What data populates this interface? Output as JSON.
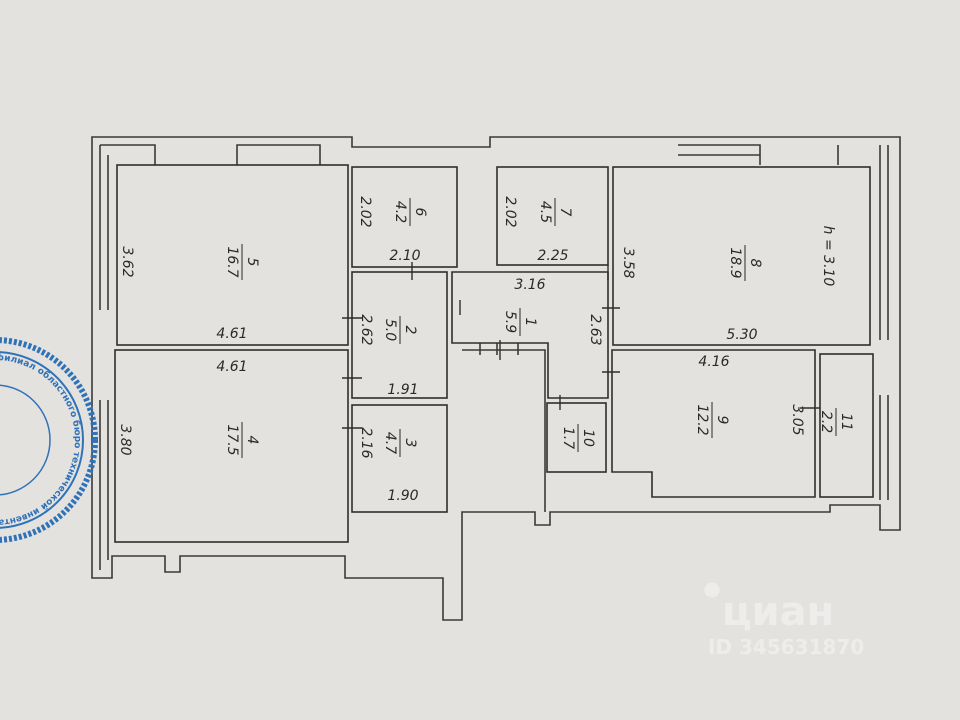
{
  "ceiling_height": "h = 3.10",
  "rooms": [
    {
      "number": "1",
      "area": "5.9"
    },
    {
      "number": "2",
      "area": "5.0"
    },
    {
      "number": "3",
      "area": "4.7"
    },
    {
      "number": "4",
      "area": "17.5"
    },
    {
      "number": "5",
      "area": "16.7"
    },
    {
      "number": "6",
      "area": "4.2"
    },
    {
      "number": "7",
      "area": "4.5"
    },
    {
      "number": "8",
      "area": "18.9"
    },
    {
      "number": "9",
      "area": "12.2"
    },
    {
      "number": "10",
      "area": "1.7"
    },
    {
      "number": "11",
      "area": "2.2"
    }
  ],
  "dimensions": {
    "r5_height": "3.62",
    "r5_width": "4.61",
    "r4_width": "4.61",
    "r4_height": "3.80",
    "r6_height": "2.02",
    "r6_width": "2.10",
    "r7_height": "2.02",
    "r7_width": "2.25",
    "r1_width": "3.16",
    "r1_height": "2.63",
    "r2_height": "2.62",
    "r2_width": "1.91",
    "r3_height": "2.16",
    "r3_width": "1.90",
    "r8_height": "3.58",
    "r8_width": "5.30",
    "r9_width": "4.16",
    "r9_height": "3.05"
  },
  "stamp_text": "филиал областного бюро технической инвентаризации «МР БТИ» ОГРН",
  "watermark": {
    "brand": "циан",
    "id": "ID 345631870"
  },
  "colors": {
    "paper": "#e4e2df",
    "lines": "#2e2e2e",
    "stamp": "#2f72b8"
  }
}
